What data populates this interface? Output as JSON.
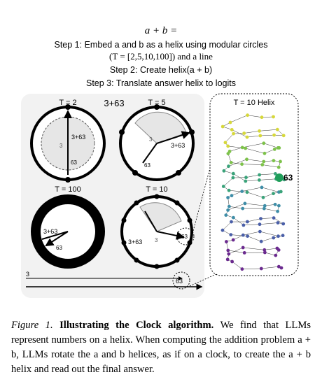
{
  "header": {
    "equation": "a + b =",
    "step1": "Step 1: Embed a and b as a helix using modular circles",
    "periods": "(T = [2,5,10,100]) and a line",
    "step2": "Step 2: Create helix(a + b)",
    "step3": "Step 3: Translate answer helix to logits"
  },
  "clock_panel": {
    "problem": "3+63",
    "circles": [
      {
        "title": "T = 2",
        "labels": [
          "3+63",
          "3",
          "63"
        ]
      },
      {
        "title": "T = 5",
        "labels": [
          "3+63",
          "3",
          "63"
        ]
      },
      {
        "title": "T = 100",
        "labels": [
          "3+63",
          "63"
        ]
      },
      {
        "title": "T = 10",
        "labels": [
          "3+63",
          "3",
          "63"
        ]
      }
    ],
    "line": {
      "start_label": "3",
      "end_label": "63"
    }
  },
  "helix_panel": {
    "title": "T = 10 Helix",
    "answer_label": "63",
    "colors": [
      "#6b2a8f",
      "#4a5fa8",
      "#3f8ea8",
      "#3aa37a",
      "#7dc24a",
      "#d6d83a"
    ]
  },
  "caption": {
    "label": "Figure 1.",
    "title": "Illustrating the Clock algorithm.",
    "body": "We find that LLMs represent numbers on a helix. When computing the addition problem a + b, LLMs rotate the a and b helices, as if on a clock, to create the a + b helix and read out the final answer."
  }
}
